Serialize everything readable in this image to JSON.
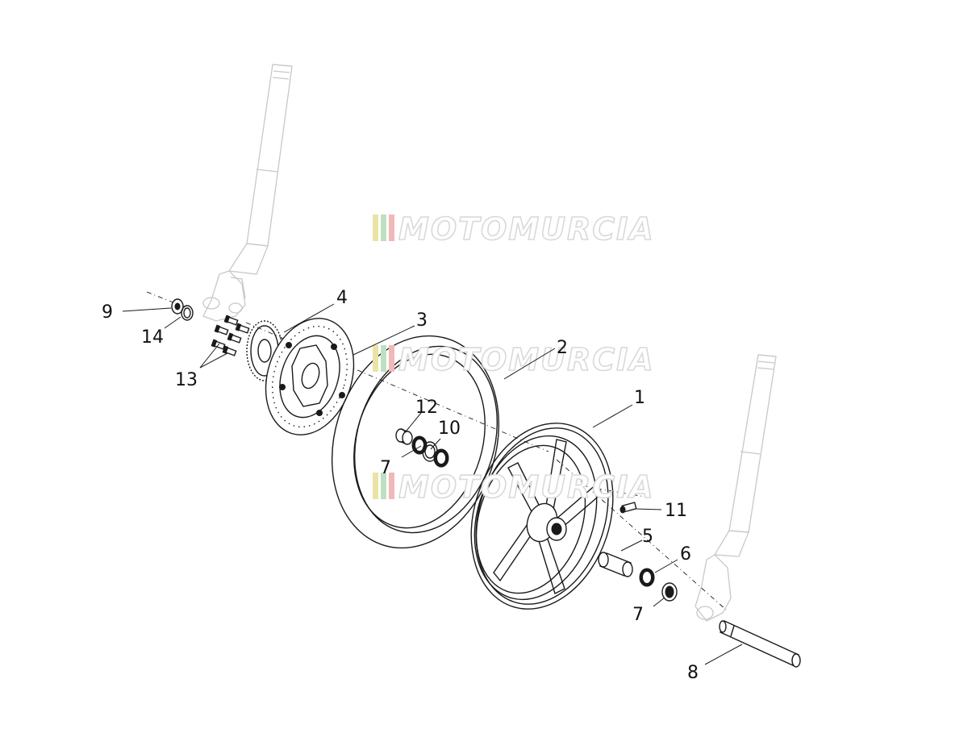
{
  "watermark": {
    "text": "MOTOMURCIA",
    "stripe_colors": [
      "#e9e4a6",
      "#bfe0c0",
      "#f2b8b8"
    ]
  },
  "callouts": [
    {
      "id": "1",
      "text": "1"
    },
    {
      "id": "2",
      "text": "2"
    },
    {
      "id": "3",
      "text": "3"
    },
    {
      "id": "4",
      "text": "4"
    },
    {
      "id": "5",
      "text": "5"
    },
    {
      "id": "6",
      "text": "6"
    },
    {
      "id": "7a",
      "text": "7"
    },
    {
      "id": "7b",
      "text": "7"
    },
    {
      "id": "8",
      "text": "8"
    },
    {
      "id": "9",
      "text": "9"
    },
    {
      "id": "10",
      "text": "10"
    },
    {
      "id": "11",
      "text": "11"
    },
    {
      "id": "12",
      "text": "12"
    },
    {
      "id": "13",
      "text": "13"
    },
    {
      "id": "14",
      "text": "14"
    }
  ]
}
